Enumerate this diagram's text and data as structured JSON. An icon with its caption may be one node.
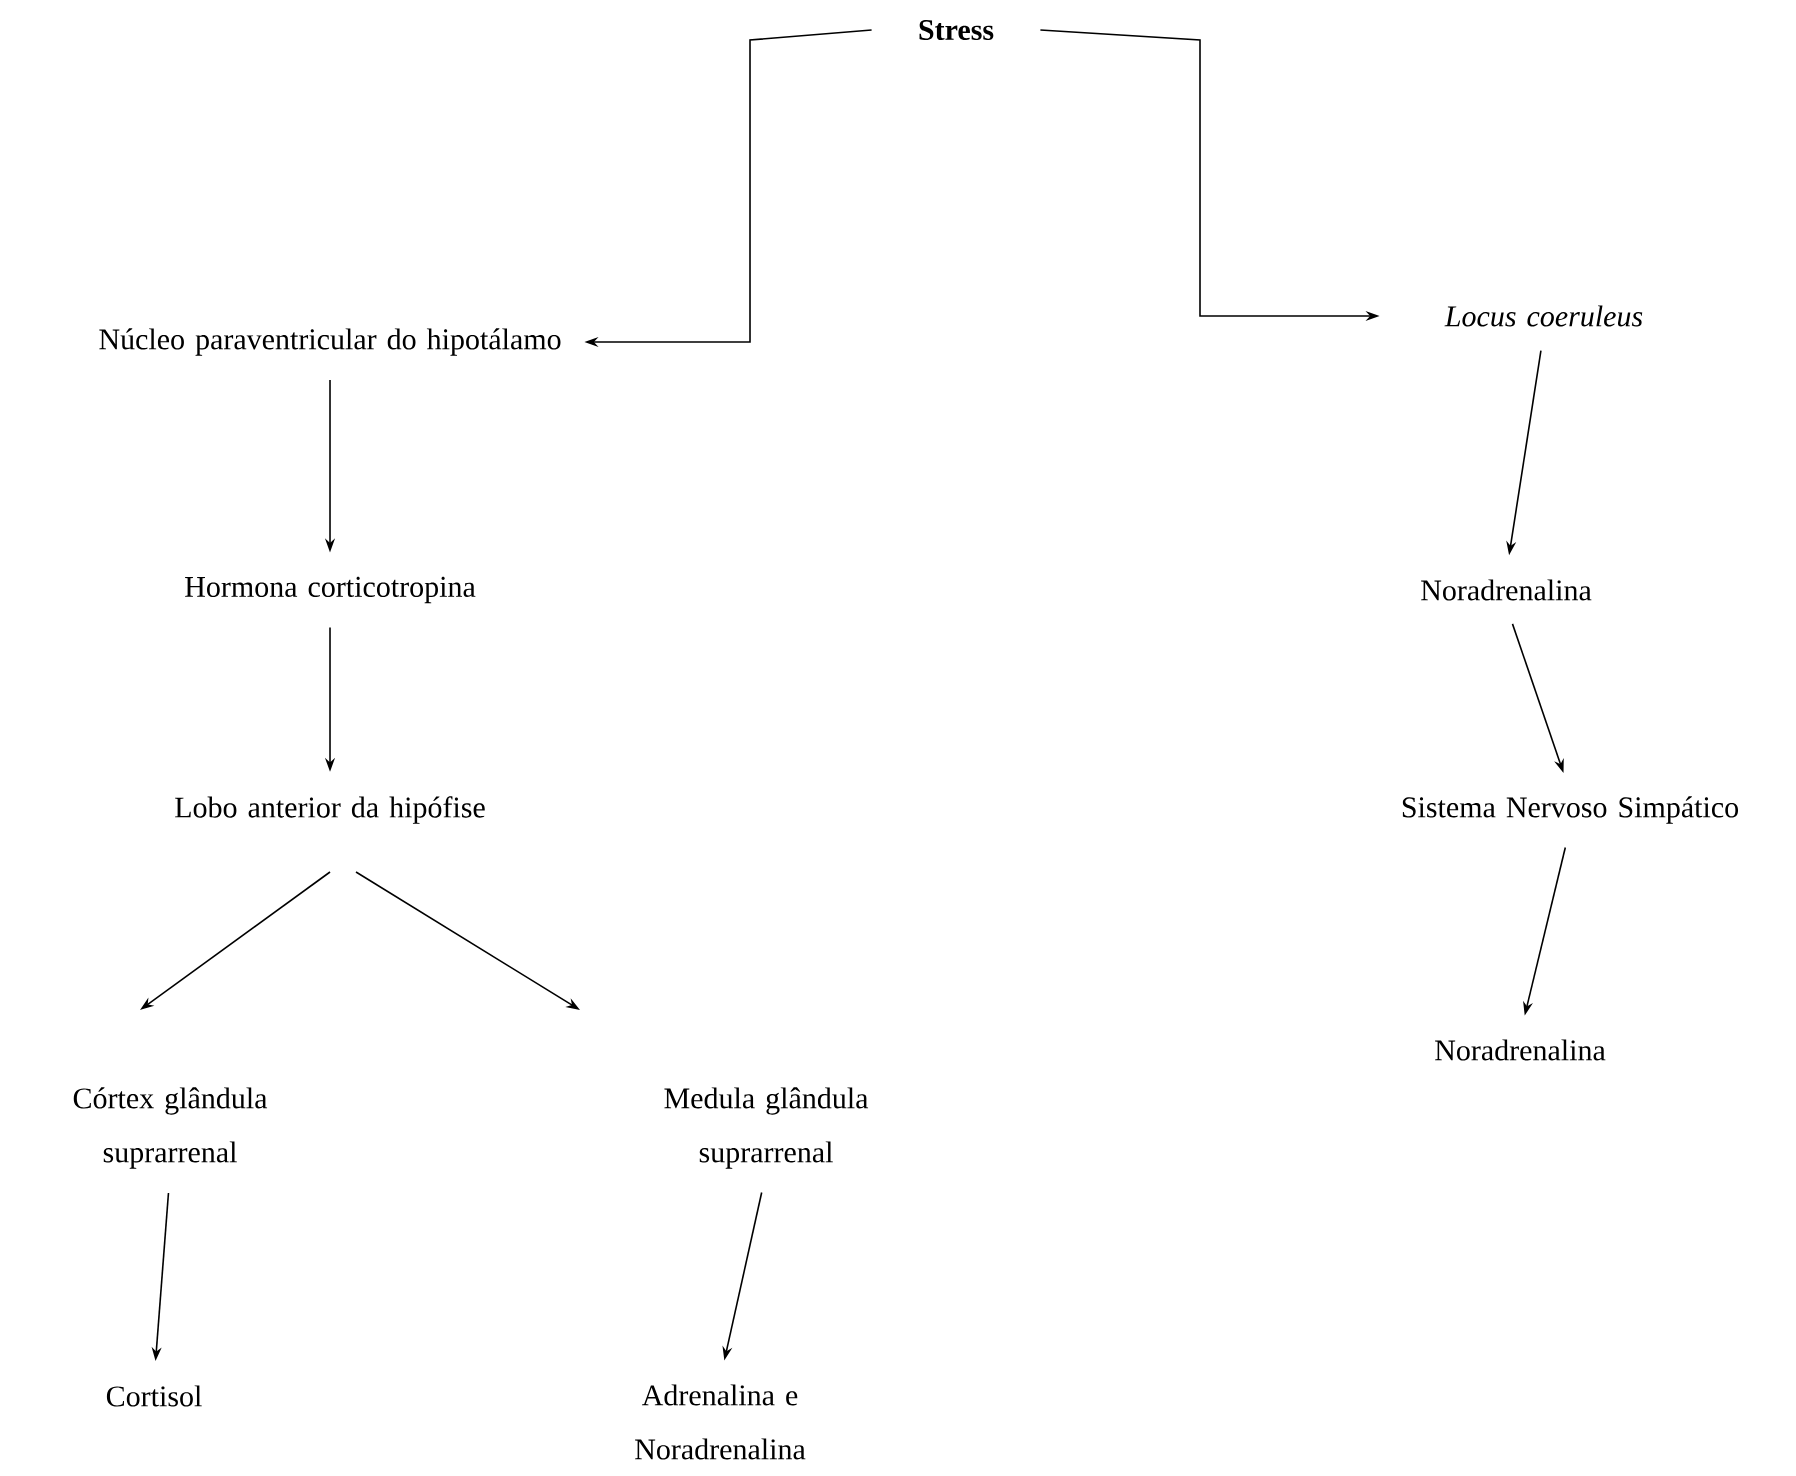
{
  "diagram": {
    "nodes": [
      {
        "text": [
          "Stress"
        ]
      },
      {
        "text": [
          "Núcleo paraventricular do hipotálamo"
        ]
      },
      {
        "text": [
          "Locus coeruleus"
        ]
      },
      {
        "text": [
          "Hormona corticotropina"
        ]
      },
      {
        "text": [
          "Noradrenalina"
        ]
      },
      {
        "text": [
          "Lobo anterior da hipófise"
        ]
      },
      {
        "text": [
          "Sistema Nervoso Simpático"
        ]
      },
      {
        "text": [
          "Córtex glândula suprarrenal"
        ]
      },
      {
        "text": [
          "Medula glândula suprarrenal"
        ]
      },
      {
        "text": [
          "Noradrenalina"
        ]
      },
      {
        "text": [
          "Cortisol"
        ]
      },
      {
        "text": [
          "Adrenalina e Noradrenalina"
        ]
      }
    ],
    "edges": [
      {
        "from": 0,
        "to": 1,
        "arrow": "to"
      },
      {
        "from": 0,
        "to": 2,
        "arrow": "to"
      },
      {
        "from": 1,
        "to": 3,
        "arrow": "to"
      },
      {
        "from": 3,
        "to": 5,
        "arrow": "to"
      },
      {
        "from": 5,
        "to": 7,
        "arrow": "to"
      },
      {
        "from": 5,
        "to": 8,
        "arrow": "to"
      },
      {
        "from": 7,
        "to": 10,
        "arrow": "to"
      },
      {
        "from": 8,
        "to": 11,
        "arrow": "to"
      },
      {
        "from": 2,
        "to": 4,
        "arrow": "to"
      },
      {
        "from": 4,
        "to": 6,
        "arrow": "to"
      },
      {
        "from": 6,
        "to": 9,
        "arrow": "to"
      }
    ]
  }
}
